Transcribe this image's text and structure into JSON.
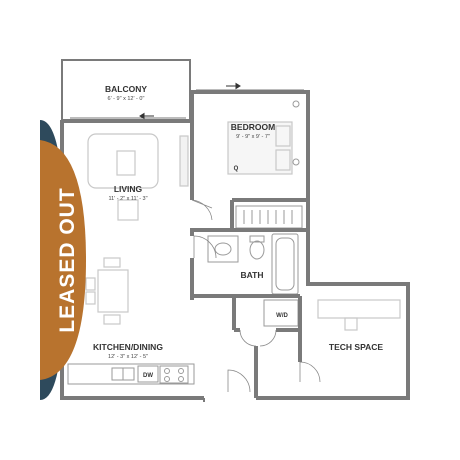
{
  "status_banner": {
    "text": "LEASED OUT",
    "color": "#B8732E",
    "corner_color": "#2E4A5C"
  },
  "colors": {
    "wall": "#7A7A7A",
    "fixture": "#9A9A9A",
    "furniture": "#C8C8C8",
    "text": "#333333"
  },
  "rooms": {
    "balcony": {
      "name": "BALCONY",
      "dims": "6' - 9\" x 12' - 0\""
    },
    "bedroom": {
      "name": "BEDROOM",
      "dims": "9' - 9\" x 9' - 7\"",
      "bed_label": "Q"
    },
    "living": {
      "name": "LIVING",
      "dims": "11' - 2\" x 11' - 3\""
    },
    "bath": {
      "name": "BATH"
    },
    "kitchen_dining": {
      "name": "KITCHEN/DINING",
      "dims": "12' - 3\" x 12' - 5\""
    },
    "tech_space": {
      "name": "TECH SPACE"
    }
  },
  "appliances": {
    "dishwasher": "DW",
    "washer_dryer": "W/D"
  },
  "icons": [
    "arrow-right-icon",
    "arrow-left-icon"
  ]
}
